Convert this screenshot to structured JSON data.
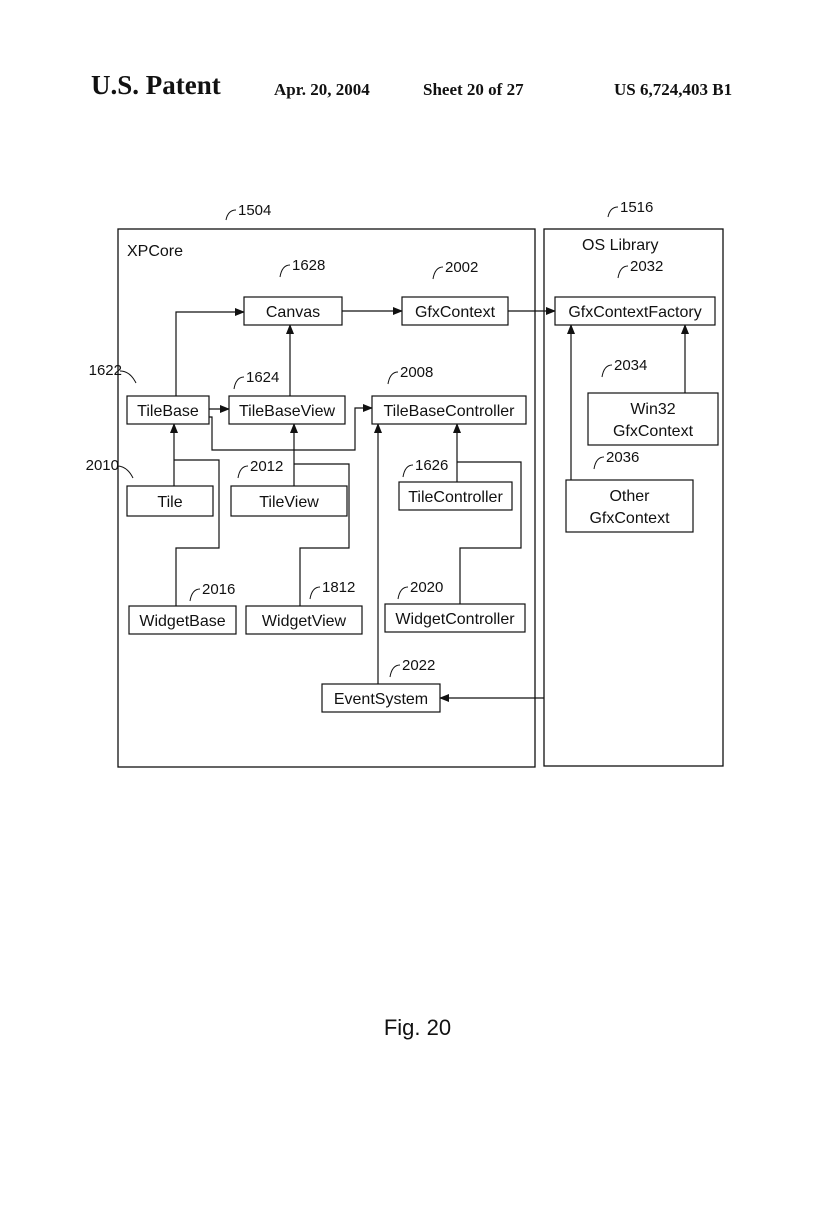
{
  "header": {
    "left": "U.S. Patent",
    "date": "Apr. 20, 2004",
    "sheet": "Sheet 20 of 27",
    "number": "US 6,724,403 B1"
  },
  "containers": [
    {
      "id": "xpcore",
      "title": "XPCore",
      "ref": "1504"
    },
    {
      "id": "oslib",
      "title": "OS Library",
      "ref": "1516"
    }
  ],
  "boxes": [
    {
      "id": "canvas",
      "label": "Canvas",
      "ref": "1628"
    },
    {
      "id": "gfxcontext",
      "label": "GfxContext",
      "ref": "2002"
    },
    {
      "id": "gfxfactory",
      "label": "GfxContextFactory",
      "ref": "2032"
    },
    {
      "id": "tilebase",
      "label": "TileBase",
      "ref": "1622"
    },
    {
      "id": "tilebaseview",
      "label": "TileBaseView",
      "ref": "1624"
    },
    {
      "id": "tilebasecontroller",
      "label": "TileBaseController",
      "ref": "2008"
    },
    {
      "id": "win32",
      "label": "Win32\nGfxContext",
      "ref": "2034"
    },
    {
      "id": "tile",
      "label": "Tile",
      "ref": "2010"
    },
    {
      "id": "tileview",
      "label": "TileView",
      "ref": "2012"
    },
    {
      "id": "tilecontroller",
      "label": "TileController",
      "ref": "1626"
    },
    {
      "id": "othergfx",
      "label": "Other\nGfxContext",
      "ref": "2036"
    },
    {
      "id": "widgetbase",
      "label": "WidgetBase",
      "ref": "2016"
    },
    {
      "id": "widgetview",
      "label": "WidgetView",
      "ref": "1812"
    },
    {
      "id": "widgetcontroller",
      "label": "WidgetController",
      "ref": "2020"
    },
    {
      "id": "eventsystem",
      "label": "EventSystem",
      "ref": "2022"
    }
  ],
  "figure_label": "Fig. 20"
}
